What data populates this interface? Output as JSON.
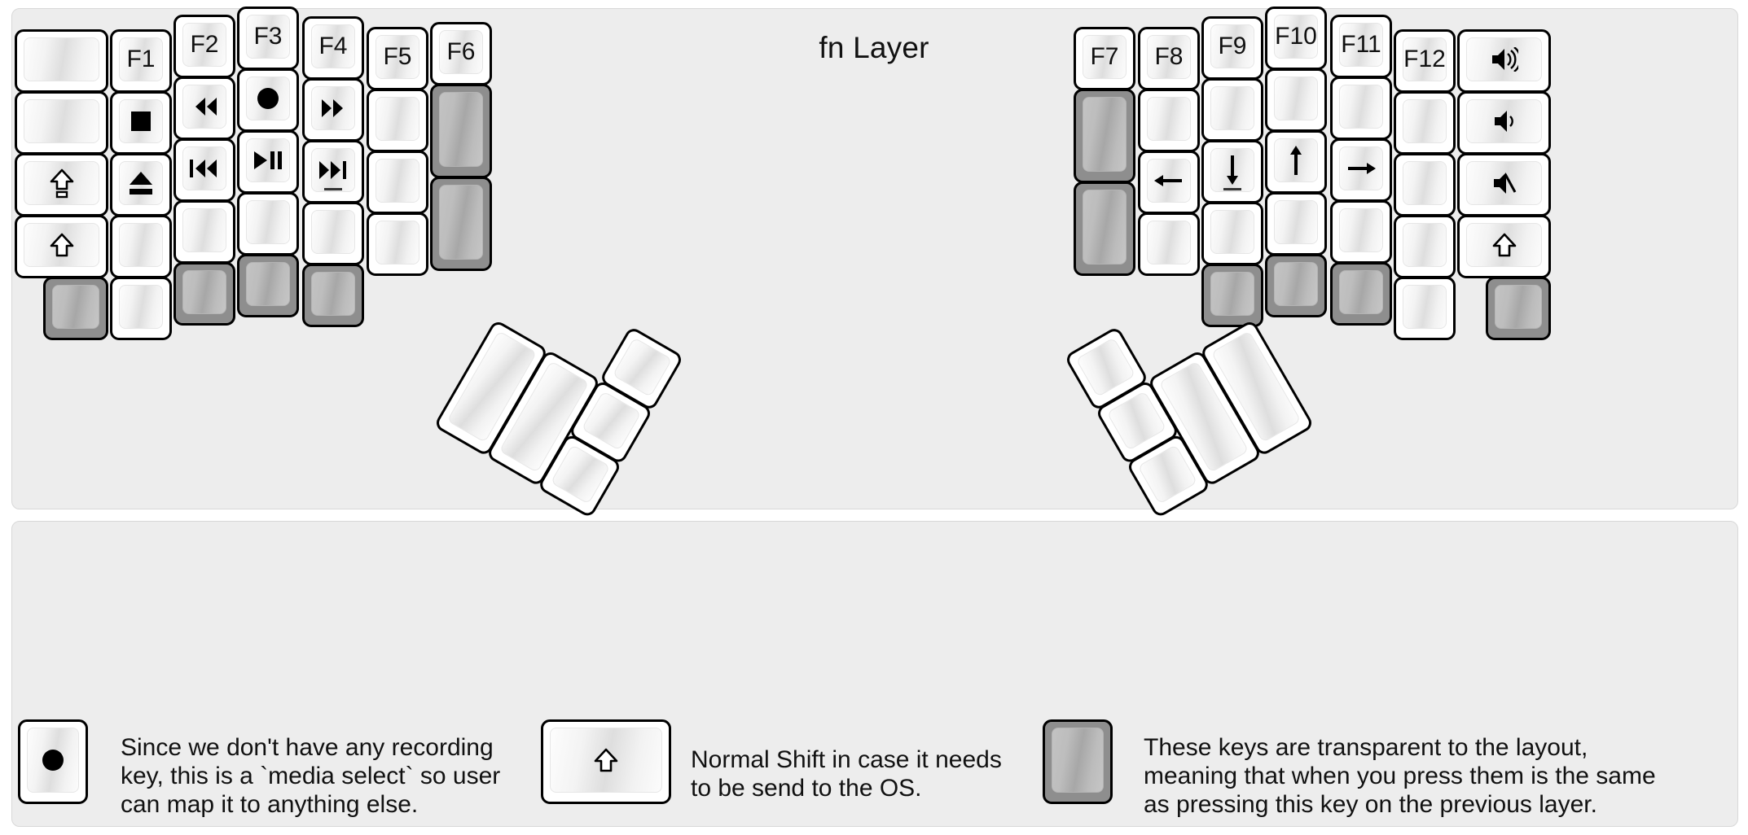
{
  "title": "fn Layer",
  "colors": {
    "background": "#ffffff",
    "panel": "#ededed",
    "key_face": "#f1f1f1",
    "key_border": "#000000",
    "transparent_key": "#9a9a9a",
    "text": "#111111"
  },
  "left_half": {
    "columns": [
      {
        "name": "col-1",
        "width_units": 1.5,
        "keys": [
          {
            "label": "",
            "icon": "",
            "transparent": false
          },
          {
            "label": "",
            "icon": "",
            "transparent": false
          },
          {
            "label": "",
            "icon": "shift-lock-icon",
            "transparent": false
          },
          {
            "label": "",
            "icon": "shift-icon",
            "transparent": false
          },
          {
            "label": "",
            "icon": "",
            "transparent": true
          }
        ]
      },
      {
        "name": "col-2",
        "width_units": 1,
        "keys": [
          {
            "label": "F1",
            "icon": "",
            "transparent": false
          },
          {
            "label": "",
            "icon": "stop-icon",
            "transparent": false
          },
          {
            "label": "",
            "icon": "eject-icon",
            "transparent": false
          },
          {
            "label": "",
            "icon": "",
            "transparent": false
          },
          {
            "label": "",
            "icon": "",
            "transparent": false
          }
        ]
      },
      {
        "name": "col-3",
        "width_units": 1,
        "keys": [
          {
            "label": "F2",
            "icon": "",
            "transparent": false
          },
          {
            "label": "",
            "icon": "rewind-icon",
            "transparent": false
          },
          {
            "label": "",
            "icon": "previous-track-icon",
            "transparent": false
          },
          {
            "label": "",
            "icon": "",
            "transparent": false
          },
          {
            "label": "",
            "icon": "",
            "transparent": true
          }
        ]
      },
      {
        "name": "col-4",
        "width_units": 1,
        "keys": [
          {
            "label": "F3",
            "icon": "",
            "transparent": false
          },
          {
            "label": "",
            "icon": "record-icon",
            "transparent": false
          },
          {
            "label": "",
            "icon": "play-pause-icon",
            "transparent": false
          },
          {
            "label": "",
            "icon": "",
            "transparent": false
          },
          {
            "label": "",
            "icon": "",
            "transparent": true
          }
        ]
      },
      {
        "name": "col-5",
        "width_units": 1,
        "keys": [
          {
            "label": "F4",
            "icon": "",
            "transparent": false
          },
          {
            "label": "",
            "icon": "fast-forward-icon",
            "transparent": false
          },
          {
            "label": "",
            "icon": "next-track-icon",
            "transparent": false
          },
          {
            "label": "",
            "icon": "",
            "transparent": false
          },
          {
            "label": "",
            "icon": "",
            "transparent": true
          }
        ]
      },
      {
        "name": "col-6",
        "width_units": 1,
        "keys": [
          {
            "label": "F5",
            "icon": "",
            "transparent": false
          },
          {
            "label": "",
            "icon": "",
            "transparent": false
          },
          {
            "label": "",
            "icon": "",
            "transparent": false
          },
          {
            "label": "",
            "icon": "",
            "transparent": false
          }
        ]
      },
      {
        "name": "col-7",
        "width_units": 1,
        "keys": [
          {
            "label": "F6",
            "icon": "",
            "transparent": false
          },
          {
            "label": "",
            "icon": "",
            "transparent": true,
            "height_units": 2
          },
          {
            "label": "",
            "icon": "",
            "transparent": true,
            "height_units": 2
          }
        ]
      }
    ],
    "thumb_cluster": {
      "rotation_deg": 30,
      "keys": [
        {
          "name": "thumb-big-outer",
          "size": "2u-tall",
          "transparent": false
        },
        {
          "name": "thumb-big-inner",
          "size": "2u-tall",
          "transparent": false
        },
        {
          "name": "thumb-small-top",
          "size": "1u",
          "transparent": false
        },
        {
          "name": "thumb-small-mid",
          "size": "1u",
          "transparent": false
        },
        {
          "name": "thumb-small-bot",
          "size": "1u",
          "transparent": false
        }
      ]
    }
  },
  "right_half": {
    "columns": [
      {
        "name": "col-1",
        "width_units": 1,
        "keys": [
          {
            "label": "F7",
            "icon": "",
            "transparent": false
          },
          {
            "label": "",
            "icon": "",
            "transparent": true,
            "height_units": 2
          },
          {
            "label": "",
            "icon": "",
            "transparent": true,
            "height_units": 2
          }
        ]
      },
      {
        "name": "col-2",
        "width_units": 1,
        "keys": [
          {
            "label": "F8",
            "icon": "",
            "transparent": false
          },
          {
            "label": "",
            "icon": "",
            "transparent": false
          },
          {
            "label": "",
            "icon": "arrow-left-icon",
            "transparent": false
          },
          {
            "label": "",
            "icon": "",
            "transparent": false
          }
        ]
      },
      {
        "name": "col-3",
        "width_units": 1,
        "keys": [
          {
            "label": "F9",
            "icon": "",
            "transparent": false
          },
          {
            "label": "",
            "icon": "",
            "transparent": false
          },
          {
            "label": "",
            "icon": "arrow-down-icon",
            "transparent": false
          },
          {
            "label": "",
            "icon": "",
            "transparent": false
          },
          {
            "label": "",
            "icon": "",
            "transparent": true
          }
        ]
      },
      {
        "name": "col-4",
        "width_units": 1,
        "keys": [
          {
            "label": "F10",
            "icon": "",
            "transparent": false
          },
          {
            "label": "",
            "icon": "",
            "transparent": false
          },
          {
            "label": "",
            "icon": "arrow-up-icon",
            "transparent": false
          },
          {
            "label": "",
            "icon": "",
            "transparent": false
          },
          {
            "label": "",
            "icon": "",
            "transparent": true
          }
        ]
      },
      {
        "name": "col-5",
        "width_units": 1,
        "keys": [
          {
            "label": "F11",
            "icon": "",
            "transparent": false
          },
          {
            "label": "",
            "icon": "",
            "transparent": false
          },
          {
            "label": "",
            "icon": "arrow-right-icon",
            "transparent": false
          },
          {
            "label": "",
            "icon": "",
            "transparent": false
          },
          {
            "label": "",
            "icon": "",
            "transparent": true
          }
        ]
      },
      {
        "name": "col-6",
        "width_units": 1,
        "keys": [
          {
            "label": "F12",
            "icon": "",
            "transparent": false
          },
          {
            "label": "",
            "icon": "",
            "transparent": false
          },
          {
            "label": "",
            "icon": "",
            "transparent": false
          },
          {
            "label": "",
            "icon": "",
            "transparent": false
          },
          {
            "label": "",
            "icon": "",
            "transparent": false
          }
        ]
      },
      {
        "name": "col-7",
        "width_units": 1.5,
        "keys": [
          {
            "label": "",
            "icon": "volume-up-icon",
            "transparent": false
          },
          {
            "label": "",
            "icon": "volume-down-icon",
            "transparent": false
          },
          {
            "label": "",
            "icon": "volume-mute-icon",
            "transparent": false
          },
          {
            "label": "",
            "icon": "shift-icon",
            "transparent": false
          },
          {
            "label": "",
            "icon": "",
            "transparent": true
          }
        ]
      }
    ],
    "thumb_cluster": {
      "rotation_deg": -30,
      "keys": [
        {
          "name": "thumb-small-top",
          "size": "1u",
          "transparent": false
        },
        {
          "name": "thumb-small-mid",
          "size": "1u",
          "transparent": false
        },
        {
          "name": "thumb-small-bot",
          "size": "1u",
          "transparent": false
        },
        {
          "name": "thumb-big-inner",
          "size": "2u-tall",
          "transparent": false
        },
        {
          "name": "thumb-big-outer",
          "size": "2u-tall",
          "transparent": false
        }
      ]
    }
  },
  "legend": {
    "items": [
      {
        "key_icon": "record-icon",
        "key_transparent": false,
        "text": "Since we don't have any recording\nkey, this is a `media select` so user\ncan map it to anything else."
      },
      {
        "key_icon": "shift-icon",
        "key_transparent": false,
        "text": "Normal Shift in case it needs\nto be send to the OS."
      },
      {
        "key_icon": "",
        "key_transparent": true,
        "text": "These keys are transparent to the layout,\nmeaning that when you press them is the same\nas pressing this key on the previous layer."
      }
    ]
  }
}
